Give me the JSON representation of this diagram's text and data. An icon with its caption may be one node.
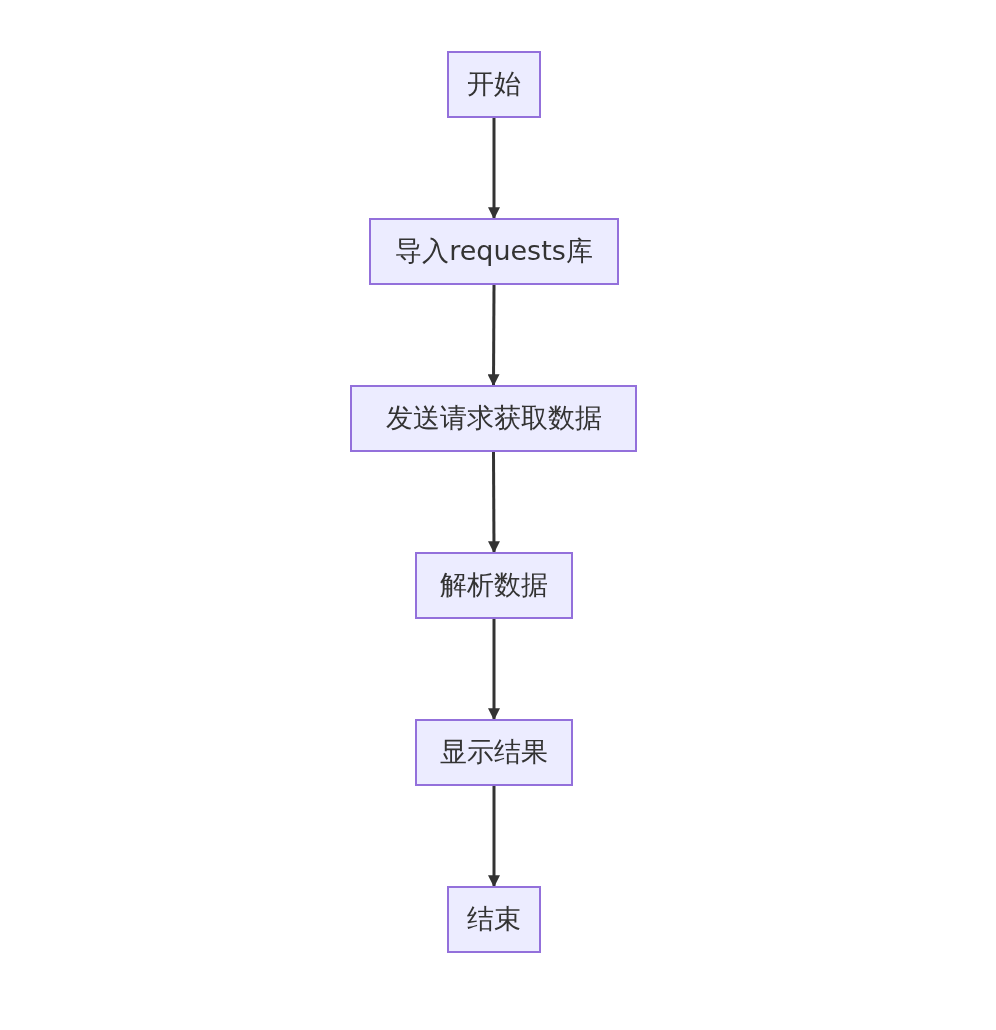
{
  "diagram": {
    "nodes": [
      {
        "text": [
          "开始"
        ]
      },
      {
        "text": [
          "导入requests库"
        ]
      },
      {
        "text": [
          "发送请求获取数据"
        ]
      },
      {
        "text": [
          "解析数据"
        ]
      },
      {
        "text": [
          "显示结果"
        ]
      },
      {
        "text": [
          "结束"
        ]
      }
    ],
    "edges": [
      {
        "from": 0,
        "to": 1,
        "arrow": "to"
      },
      {
        "from": 1,
        "to": 2,
        "arrow": "to"
      },
      {
        "from": 2,
        "to": 3,
        "arrow": "to"
      },
      {
        "from": 3,
        "to": 4,
        "arrow": "to"
      },
      {
        "from": 4,
        "to": 5,
        "arrow": "to"
      }
    ]
  }
}
